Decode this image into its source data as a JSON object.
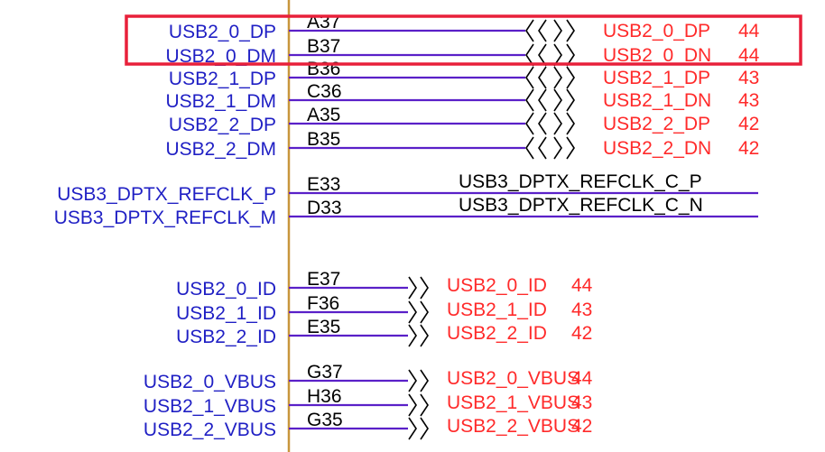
{
  "highlight": {
    "color": "#e8203a"
  },
  "colors": {
    "pin_name": "#1f1fc4",
    "pin_number": "#000000",
    "net_label": "#ff2a2a",
    "wire": "#5a20c8",
    "body_line": "#c8963c"
  },
  "pins": [
    {
      "name": "USB2_0_DP",
      "number": "A37",
      "net": "USB2_0_DP",
      "sheet": "44",
      "offpage": "double"
    },
    {
      "name": "USB2_0_DM",
      "number": "B37",
      "net": "USB2_0_DN",
      "sheet": "44",
      "offpage": "double"
    },
    {
      "name": "USB2_1_DP",
      "number": "B36",
      "net": "USB2_1_DP",
      "sheet": "43",
      "offpage": "double"
    },
    {
      "name": "USB2_1_DM",
      "number": "C36",
      "net": "USB2_1_DN",
      "sheet": "43",
      "offpage": "double"
    },
    {
      "name": "USB2_2_DP",
      "number": "A35",
      "net": "USB2_2_DP",
      "sheet": "42",
      "offpage": "double"
    },
    {
      "name": "USB2_2_DM",
      "number": "B35",
      "net": "USB2_2_DN",
      "sheet": "42",
      "offpage": "double"
    },
    {
      "name": "USB3_DPTX_REFCLK_P",
      "number": "E33",
      "net": "USB3_DPTX_REFCLK_C_P",
      "sheet": "",
      "offpage": "none"
    },
    {
      "name": "USB3_DPTX_REFCLK_M",
      "number": "D33",
      "net": "USB3_DPTX_REFCLK_C_N",
      "sheet": "",
      "offpage": "none"
    },
    {
      "name": "USB2_0_ID",
      "number": "E37",
      "net": "USB2_0_ID",
      "sheet": "44",
      "offpage": "single"
    },
    {
      "name": "USB2_1_ID",
      "number": "F36",
      "net": "USB2_1_ID",
      "sheet": "43",
      "offpage": "single"
    },
    {
      "name": "USB2_2_ID",
      "number": "E35",
      "net": "USB2_2_ID",
      "sheet": "42",
      "offpage": "single"
    },
    {
      "name": "USB2_0_VBUS",
      "number": "G37",
      "net": "USB2_0_VBUS",
      "sheet": "44",
      "offpage": "single"
    },
    {
      "name": "USB2_1_VBUS",
      "number": "H36",
      "net": "USB2_1_VBUS",
      "sheet": "43",
      "offpage": "single"
    },
    {
      "name": "USB2_2_VBUS",
      "number": "G35",
      "net": "USB2_2_VBUS",
      "sheet": "42",
      "offpage": "single"
    }
  ]
}
